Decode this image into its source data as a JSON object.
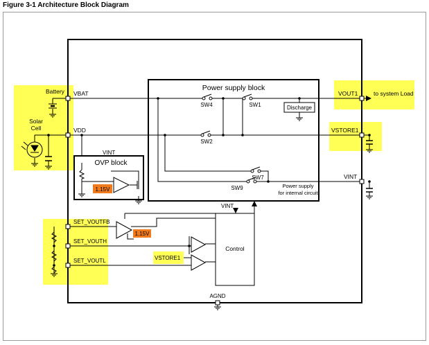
{
  "figure": {
    "title": "Figure 3-1 Architecture Block Diagram"
  },
  "colors": {
    "highlight": "#ffff55",
    "reference": "#f07b1e",
    "line": "#000000",
    "frame": "#9a9a9a"
  },
  "pins": {
    "vbat": "VBAT",
    "vdd": "VDD",
    "vout1": "VOUT1",
    "vstore1": "VSTORE1",
    "vint": "VINT",
    "set_voutfb": "SET_VOUTFB",
    "set_vouth": "SET_VOUTH",
    "set_voutl": "SET_VOUTL",
    "agnd": "AGND"
  },
  "external": {
    "battery": "Battery",
    "solar_line1": "Solar",
    "solar_line2": "Cell",
    "load": "to system Load",
    "vstore1_input": "VSTORE1"
  },
  "power_block": {
    "title": "Power supply block",
    "switches": {
      "sw1": "SW1",
      "sw2": "SW2",
      "sw4": "SW4",
      "sw7": "SW7",
      "sw9": "SW9"
    },
    "discharge": "Discharge",
    "internal_line1": "Power supply",
    "internal_line2": "for internal circuit"
  },
  "ovp": {
    "title": "OVP block",
    "vint_label": "VINT",
    "reference": "1.15V"
  },
  "comparator_ref": "1.15V",
  "control": {
    "label": "Control",
    "vint_label": "VINT"
  }
}
